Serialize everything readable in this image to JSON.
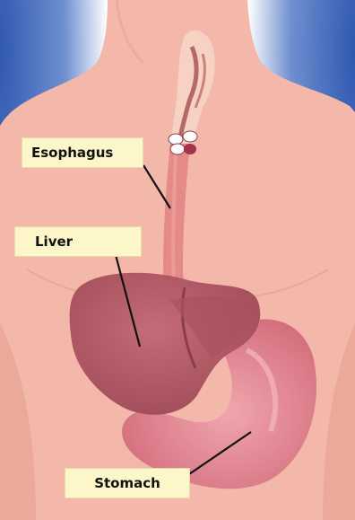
{
  "labels": {
    "esophagus": "Esophagus",
    "liver": "Liver",
    "stomach": "Stomach"
  },
  "colors": {
    "background_blue": "#3a62b8",
    "skin": "#f4b8aa",
    "skin_shadow": "#eaa393",
    "esophagus": "#e48a88",
    "liver": "#b35a66",
    "liver_dark": "#9a4653",
    "stomach": "#d46f7f",
    "stomach_light": "#eb9aa4",
    "label_bg": "#fdf6c8",
    "leader_line": "#111111"
  }
}
